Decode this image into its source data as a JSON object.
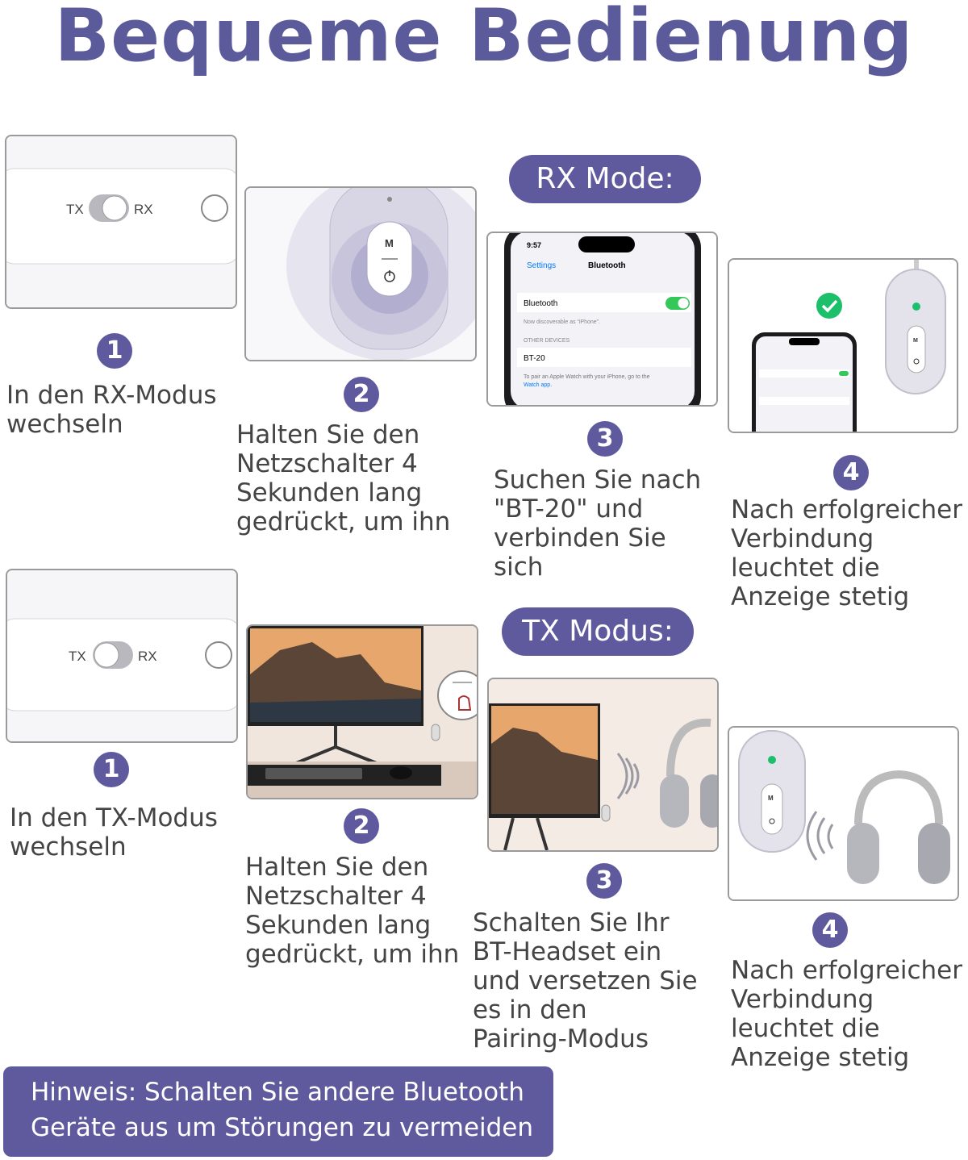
{
  "title": "Bequeme Bedienung",
  "rx": {
    "label": "RX Mode:",
    "switch": {
      "tx": "TX",
      "rx": "RX"
    },
    "button_m": "M",
    "phone": {
      "time": "9:57",
      "back": "Settings",
      "screen_title": "Bluetooth",
      "bt_label": "Bluetooth",
      "discoverable": "Now discoverable as “iPhone”.",
      "other_devices": "OTHER DEVICES",
      "device": "BT-20",
      "footer_1": "To pair an Apple Watch with your iPhone, go to the",
      "footer_2": "Watch app."
    },
    "steps": [
      {
        "num": "1",
        "text": "In den RX-Modus\nwechseln"
      },
      {
        "num": "2",
        "text": "Halten Sie den\nNetzschalter 4\nSekunden lang\ngedrückt, um ihn"
      },
      {
        "num": "3",
        "text": "Suchen Sie nach\n\"BT-20\" und\nverbinden Sie\nsich"
      },
      {
        "num": "4",
        "text": "Nach erfolgreicher\nVerbindung\nleuchtet die\nAnzeige stetig"
      }
    ]
  },
  "tx": {
    "label": "TX Modus:",
    "switch": {
      "tx": "TX",
      "rx": "RX"
    },
    "button_m": "M",
    "steps": [
      {
        "num": "1",
        "text": "In den TX-Modus\nwechseln"
      },
      {
        "num": "2",
        "text": "Halten Sie den\nNetzschalter 4\nSekunden lang\ngedrückt, um ihn"
      },
      {
        "num": "3",
        "text": "Schalten Sie Ihr\nBT-Headset ein\nund versetzen Sie\nes in den\nPairing-Modus"
      },
      {
        "num": "4",
        "text": "Nach erfolgreicher\nVerbindung\nleuchtet die\nAnzeige stetig"
      }
    ]
  },
  "note": {
    "line1": "Hinweis: Schalten Sie andere Bluetooth",
    "line2": "Geräte aus um Störungen zu vermeiden"
  },
  "colors": {
    "accent": "#5f5a9e",
    "title": "#5b5a9b",
    "check": "#1cc06b",
    "ios_green": "#34c759"
  }
}
